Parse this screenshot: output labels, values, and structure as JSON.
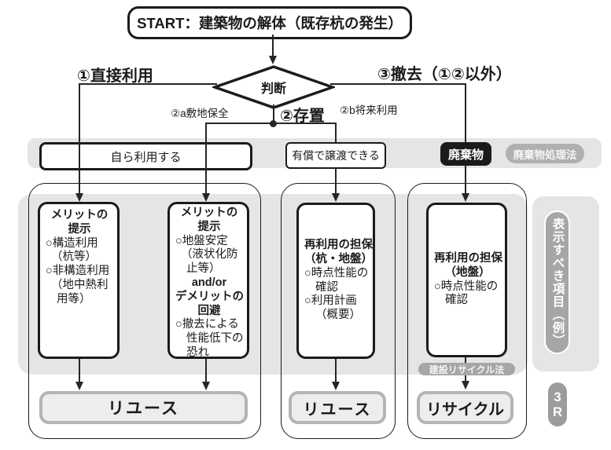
{
  "flow": {
    "start_label": "START：建築物の解体（既存杭の発生）",
    "decision_label": "判断",
    "branch1_label": "①直接利用",
    "branch2_label": "②存置",
    "branch2a_label": "②a敷地保全",
    "branch2b_label": "②b将来利用",
    "branch3_label": "③撤去（①②以外）"
  },
  "row1": {
    "self_use": "自ら利用する",
    "paid_transfer": "有償で譲渡できる",
    "waste": "廃棄物",
    "waste_law": "廃棄物処理法"
  },
  "info_boxes": [
    {
      "name": "direct-use-merit-box",
      "lines": [
        {
          "t": "メリットの",
          "b": 1,
          "c": 1
        },
        {
          "t": "提示",
          "b": 1,
          "c": 1
        },
        {
          "t": "○構造利用"
        },
        {
          "t": "（杭等）",
          "i": 1
        },
        {
          "t": "○非構造利用"
        },
        {
          "t": "（地中熱利",
          "i": 1
        },
        {
          "t": "用等）",
          "i": 2
        }
      ]
    },
    {
      "name": "preserve-merit-demerit-box",
      "lines": [
        {
          "t": "メリットの",
          "b": 1,
          "c": 1
        },
        {
          "t": "提示",
          "b": 1,
          "c": 1
        },
        {
          "t": "○地盤安定"
        },
        {
          "t": "（液状化防",
          "i": 1
        },
        {
          "t": "止等）",
          "i": 2
        },
        {
          "t": "and/or",
          "b": 1,
          "c": 1
        },
        {
          "t": "デメリットの",
          "b": 1,
          "c": 1
        },
        {
          "t": "回避",
          "b": 1,
          "c": 1
        },
        {
          "t": "○撤去による"
        },
        {
          "t": "性能低下の",
          "i": 2
        },
        {
          "t": "恐れ",
          "i": 2
        }
      ]
    },
    {
      "name": "reuse-guarantee-pile-ground-box",
      "lines": [
        {
          "t": "再利用の担保",
          "b": 1,
          "c": 1
        },
        {
          "t": "（杭・地盤）",
          "b": 1,
          "c": 1
        },
        {
          "t": "○時点性能の"
        },
        {
          "t": "確認",
          "i": 2
        },
        {
          "t": "○利用計画"
        },
        {
          "t": "（概要）",
          "i": 2
        }
      ]
    },
    {
      "name": "reuse-guarantee-ground-box",
      "lines": [
        {
          "t": "再利用の担保",
          "b": 1,
          "c": 1
        },
        {
          "t": "（地盤）",
          "b": 1,
          "c": 1
        },
        {
          "t": "○時点性能の"
        },
        {
          "t": "確認",
          "i": 2
        }
      ]
    }
  ],
  "outcomes": [
    "リユース",
    "リユース",
    "リサイクル"
  ],
  "labels": {
    "recycle_law": "建設リサイクル法",
    "side_note": "表示すべき項目（例）",
    "three_r_top": "3",
    "three_r_bottom": "R"
  },
  "colors": {
    "line_black": "#262626",
    "border_black": "#1b1b1b",
    "band_gray": "#e5e5e5",
    "pill_gray": "#b0b0b0",
    "pill_gray_dark": "#a6a6a6",
    "outcome_fill": "#ededed",
    "outcome_border": "#b4b4b4",
    "waste_bg": "#1b1b1b"
  }
}
